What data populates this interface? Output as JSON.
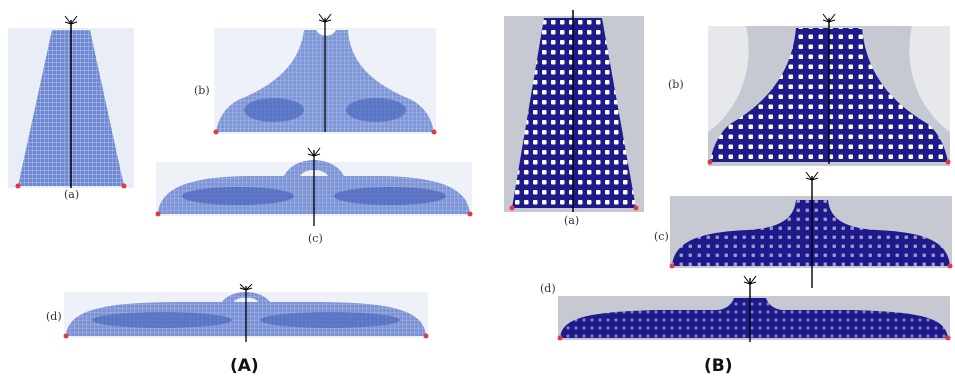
{
  "captions": {
    "A": "(A)",
    "B": "(B)"
  },
  "labels": {
    "A_a": "(a)",
    "A_b": "(b)",
    "A_c": "(c)",
    "A_d": "(d)",
    "B_a": "(a)",
    "B_b": "(b)",
    "B_c": "(c)",
    "B_d": "(d)"
  },
  "colors": {
    "mesh_light": "#8ea3dd",
    "mesh_mid": "#5d78c9",
    "mesh_dark": "#3a56b0",
    "particle_bg": "#1f1a8c",
    "particle_dot": "#ffffff",
    "grey_bg": "#c9ccd3",
    "support": "#e23b3b",
    "axis": "#000000"
  }
}
